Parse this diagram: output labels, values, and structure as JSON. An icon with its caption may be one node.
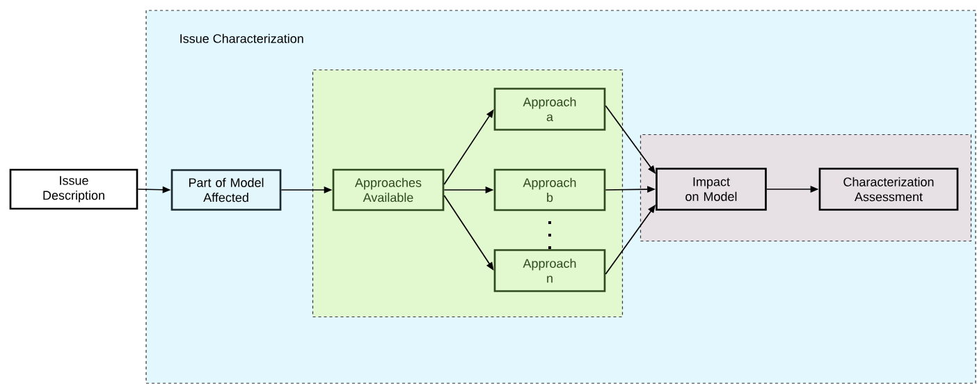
{
  "diagram": {
    "nodes": [
      {
        "text": [
          "Issue Characterization"
        ]
      },
      {
        "text": [
          "Issue Description"
        ]
      },
      {
        "text": [
          "Part of Model Affected"
        ],
        "in": 0
      },
      {
        "text": [],
        "shape": "box",
        "in": 0
      },
      {
        "text": [
          "Approaches Available"
        ],
        "in": 3
      },
      {
        "text": [
          "Approach a"
        ],
        "in": 3
      },
      {
        "text": [
          "Approach b"
        ],
        "in": 3
      },
      {
        "text": [
          "Approach n"
        ],
        "in": 3
      },
      {
        "text": [],
        "shape": "box",
        "in": 0
      },
      {
        "text": [
          "Impact on Model"
        ],
        "in": 8
      },
      {
        "text": [
          "Characterization Assessment"
        ],
        "in": 8
      }
    ],
    "edges": [
      {
        "from": 1,
        "to": 2,
        "arrow": "to"
      },
      {
        "from": 2,
        "to": 4,
        "arrow": "to"
      },
      {
        "from": 4,
        "to": 5,
        "arrow": "to"
      },
      {
        "from": 4,
        "to": 6,
        "arrow": "to"
      },
      {
        "from": 4,
        "to": 7,
        "arrow": "to"
      },
      {
        "from": 5,
        "to": 9,
        "arrow": "to"
      },
      {
        "from": 6,
        "to": 9,
        "arrow": "to"
      },
      {
        "from": 7,
        "to": 9,
        "arrow": "to"
      },
      {
        "from": 9,
        "to": 10,
        "arrow": "to"
      }
    ]
  }
}
